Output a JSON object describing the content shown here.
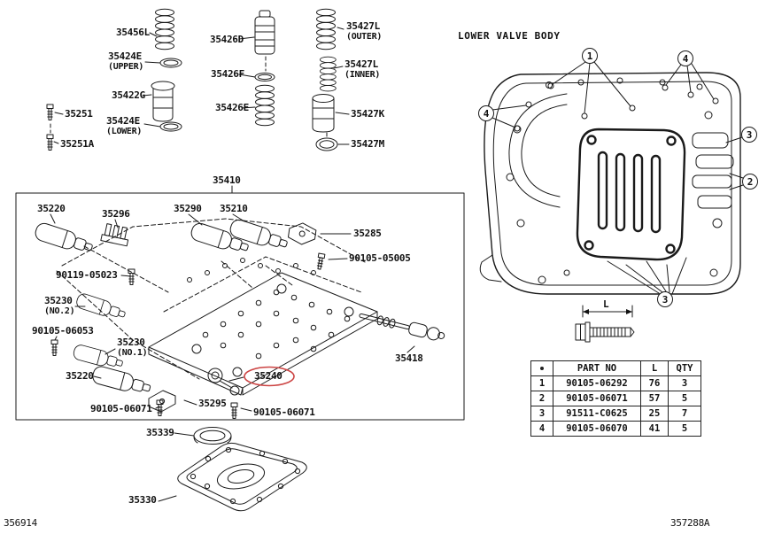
{
  "colors": {
    "ink": "#1a1a1a",
    "highlight": "#cc4443"
  },
  "doc": {
    "code_left": "356914",
    "code_right": "357288A"
  },
  "right_panel": {
    "title": "LOWER VALVE BODY"
  },
  "spring_parts": [
    {
      "label": "35456L",
      "sub": ""
    },
    {
      "label": "35424E",
      "sub": "(UPPER)"
    },
    {
      "label": "35426D",
      "sub": ""
    },
    {
      "label": "35427L",
      "sub": "(OUTER)"
    },
    {
      "label": "35426F",
      "sub": ""
    },
    {
      "label": "35427L",
      "sub": "(INNER)"
    },
    {
      "label": "35422G",
      "sub": ""
    },
    {
      "label": "35426E",
      "sub": ""
    },
    {
      "label": "35427K",
      "sub": ""
    },
    {
      "label": "35424E",
      "sub": "(LOWER)"
    },
    {
      "label": "35427M",
      "sub": ""
    },
    {
      "label": "35251",
      "sub": ""
    },
    {
      "label": "35251A",
      "sub": ""
    }
  ],
  "assembly": {
    "label": "35410",
    "parts": [
      {
        "label": "35220",
        "sub": ""
      },
      {
        "label": "35296",
        "sub": ""
      },
      {
        "label": "35290",
        "sub": ""
      },
      {
        "label": "35210",
        "sub": ""
      },
      {
        "label": "35285",
        "sub": ""
      },
      {
        "label": "90105-05005",
        "sub": ""
      },
      {
        "label": "90119-05023",
        "sub": ""
      },
      {
        "label": "35230",
        "sub": "(NO.2)"
      },
      {
        "label": "90105-06053",
        "sub": ""
      },
      {
        "label": "35230",
        "sub": "(NO.1)"
      },
      {
        "label": "35220",
        "sub": ""
      },
      {
        "label": "35240",
        "sub": "",
        "highlighted": true
      },
      {
        "label": "35295",
        "sub": ""
      },
      {
        "label": "90105-06071",
        "sub": ""
      },
      {
        "label": "90105-06071",
        "sub": ""
      },
      {
        "label": "35418",
        "sub": ""
      }
    ]
  },
  "strainer": {
    "seal_label": "35339",
    "pan_label": "35330"
  },
  "callouts": [
    "1",
    "4",
    "4",
    "3",
    "2",
    "3"
  ],
  "bolt_diagram": {
    "dim_label": "L"
  },
  "table": {
    "headers": {
      "part_no": "PART NO",
      "l": "L",
      "qty": "QTY"
    },
    "rows": [
      {
        "num": "1",
        "part_no": "90105-06292",
        "l": "76",
        "qty": "3"
      },
      {
        "num": "2",
        "part_no": "90105-06071",
        "l": "57",
        "qty": "5"
      },
      {
        "num": "3",
        "part_no": "91511-C0625",
        "l": "25",
        "qty": "7"
      },
      {
        "num": "4",
        "part_no": "90105-06070",
        "l": "41",
        "qty": "5"
      }
    ]
  }
}
